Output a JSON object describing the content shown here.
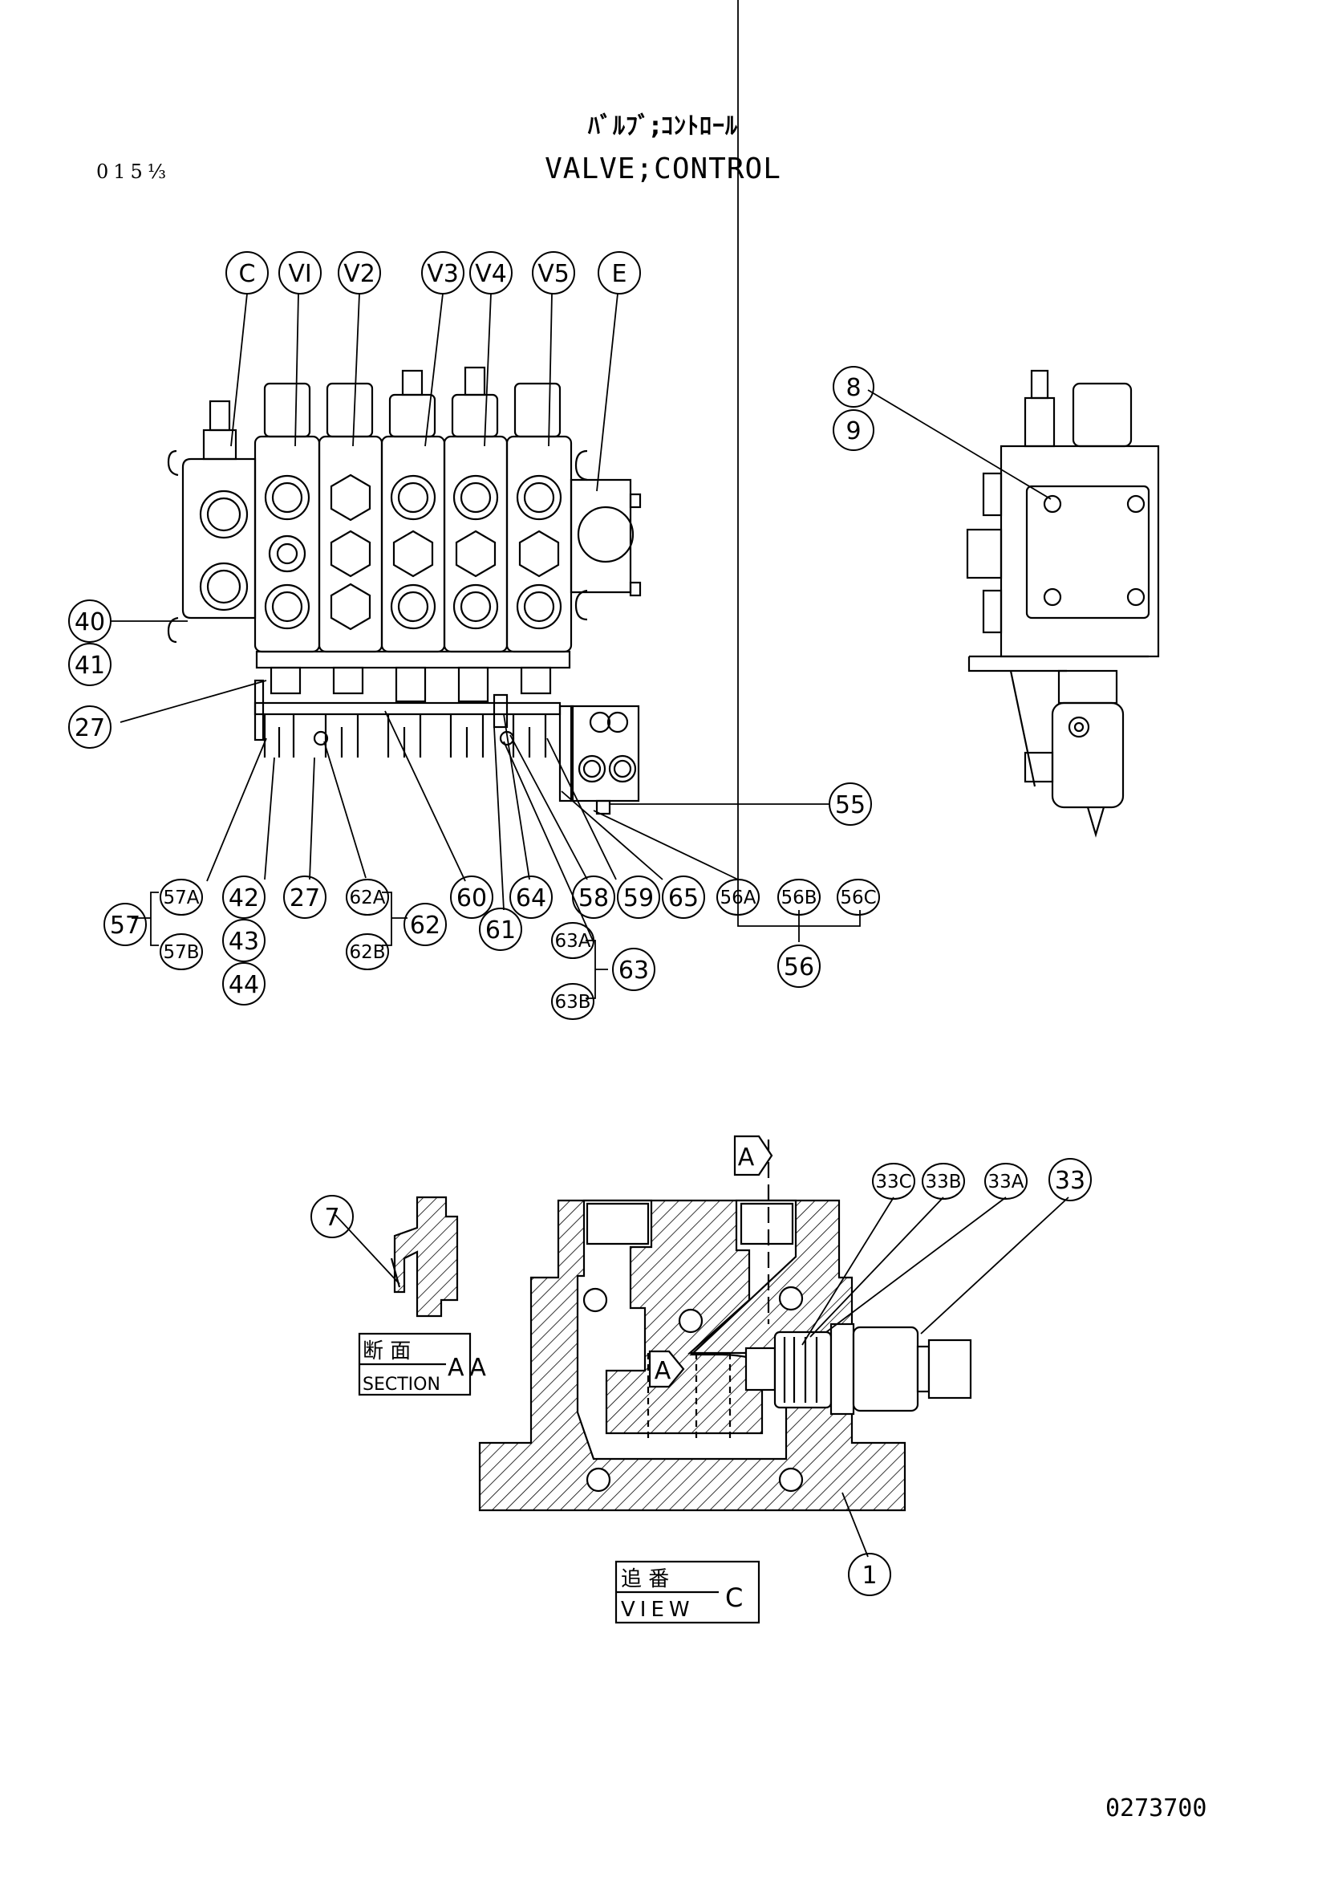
{
  "header": {
    "title_jp": "ﾊﾞﾙﾌﾞ;ｺﾝﾄﾛｰﾙ",
    "title_en": "VALVE;CONTROL",
    "page_code": "015⅓"
  },
  "footer": {
    "drawing_number": "0273700"
  },
  "callouts": {
    "top_row": [
      "C",
      "VI",
      "V2",
      "V3",
      "V4",
      "V5",
      "E"
    ],
    "side_view": [
      "8",
      "9"
    ],
    "left": [
      "40",
      "41",
      "27"
    ],
    "right": [
      "55"
    ],
    "bottom": [
      "57A",
      "42",
      "27",
      "62A",
      "60",
      "64",
      "58",
      "59",
      "65",
      "56A",
      "56B",
      "56C",
      "57",
      "43",
      "62",
      "61",
      "63A",
      "63",
      "56",
      "57B",
      "44",
      "62B",
      "63B"
    ],
    "section": [
      "7",
      "33C",
      "33B",
      "33A",
      "33",
      "1"
    ]
  },
  "section_label": {
    "jp": "断  面",
    "en": "SECTION",
    "id": "AA"
  },
  "view_label": {
    "jp": "追  番",
    "en": "VIEW",
    "id": "C"
  },
  "arrow_labels": [
    "A",
    "A"
  ]
}
